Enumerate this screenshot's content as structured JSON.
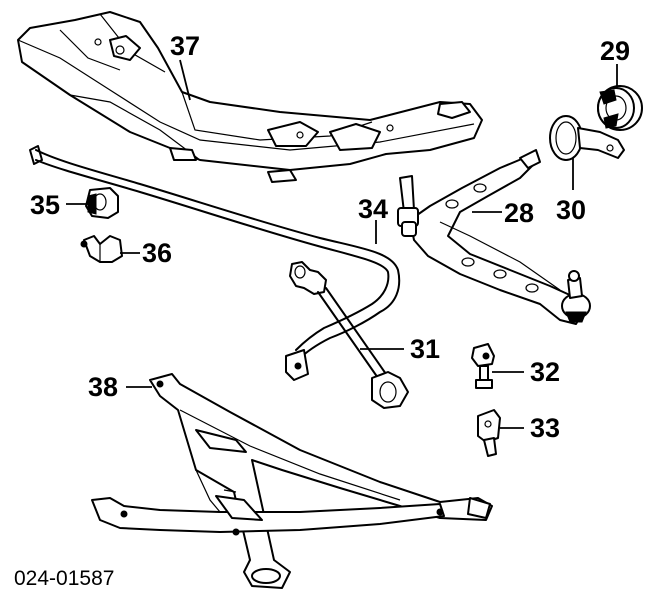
{
  "diagram_code": "024-01587",
  "callouts": {
    "p28": "28",
    "p29": "29",
    "p30": "30",
    "p31": "31",
    "p32": "32",
    "p33": "33",
    "p34": "34",
    "p35": "35",
    "p36": "36",
    "p37": "37",
    "p38": "38"
  }
}
